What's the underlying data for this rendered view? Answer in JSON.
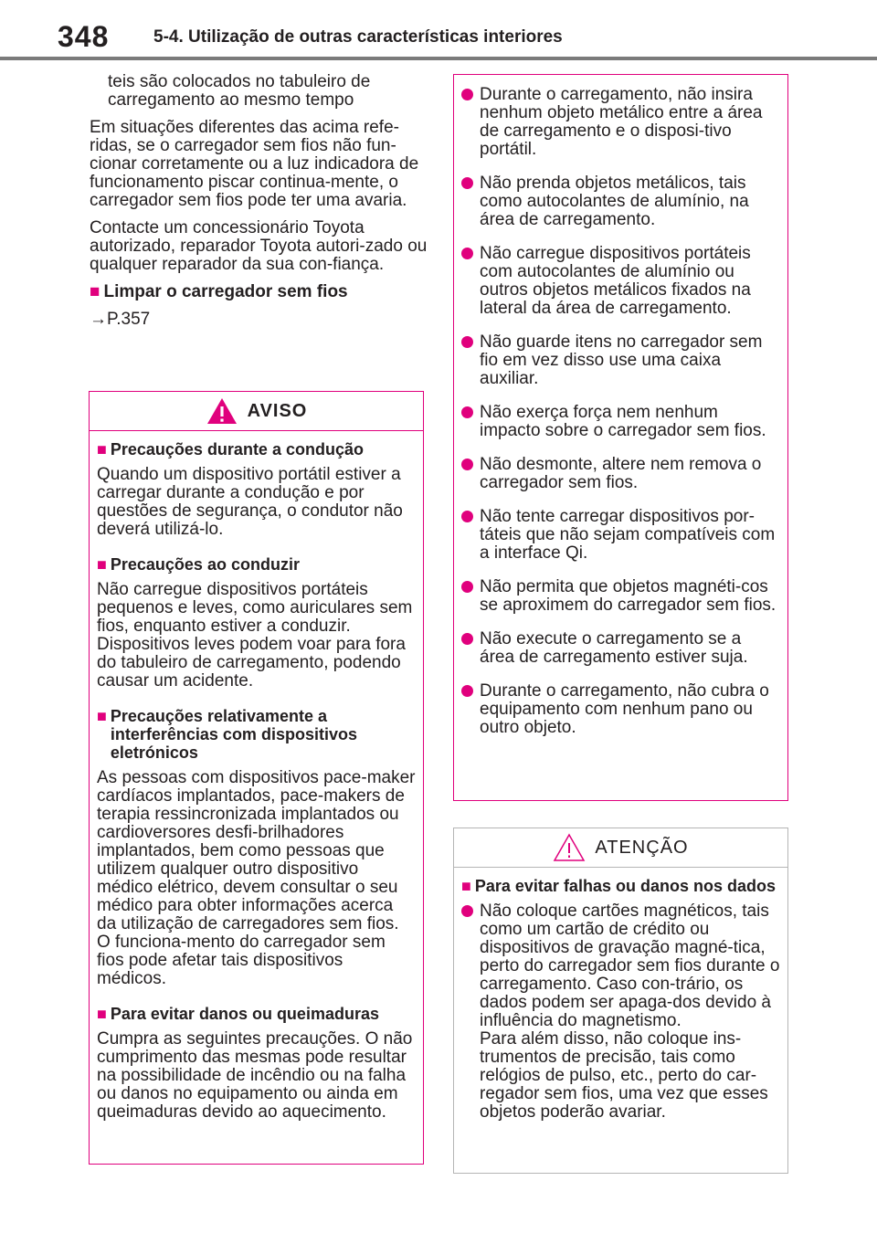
{
  "header": {
    "page_number": "348",
    "section_title": "5-4. Utilização de outras características interiores"
  },
  "left": {
    "intro_continuation": "teis são colocados no tabuleiro de carregamento ao mesmo tempo",
    "para1": "Em situações diferentes das acima refe-ridas, se o carregador sem fios não fun-cionar corretamente ou a luz indicadora de funcionamento piscar continua-mente, o carregador sem fios pode ter uma avaria.",
    "para2": "Contacte um concessionário Toyota autorizado, reparador Toyota autori-zado ou qualquer reparador da sua con-fiança.",
    "clean_heading": "Limpar o carregador sem fios",
    "clean_ref": "→P.357"
  },
  "aviso": {
    "title": "AVISO",
    "s1_heading": "Precauções durante a condução",
    "s1_text": "Quando um dispositivo portátil estiver a carregar durante a condução e por questões de segurança, o condutor não deverá utilizá-lo.",
    "s2_heading": "Precauções ao conduzir",
    "s2_text": "Não carregue dispositivos portáteis pequenos e leves, como auriculares sem fios, enquanto estiver a conduzir. Dispositivos leves podem voar para fora do tabuleiro de carregamento, podendo causar um acidente.",
    "s3_heading": "Precauções relativamente a interferências com dispositivos eletrónicos",
    "s3_text": "As pessoas com dispositivos pace-maker cardíacos implantados, pace-makers de terapia ressincronizada implantados ou cardioversores desfi-brilhadores implantados, bem como pessoas que utilizem qualquer outro dispositivo médico elétrico, devem consultar o seu médico para obter informações acerca da utilização de carregadores sem fios. O funciona-mento do carregador sem fios pode afetar tais dispositivos médicos.",
    "s4_heading": "Para evitar danos ou queimaduras",
    "s4_text": "Cumpra as seguintes precauções. O não cumprimento das mesmas pode resultar na possibilidade de incêndio ou na falha ou danos no equipamento ou ainda em queimaduras devido ao aquecimento."
  },
  "aviso_cont": {
    "bullets": [
      "Durante o carregamento, não insira nenhum objeto metálico entre a área de carregamento e o disposi-tivo portátil.",
      "Não prenda objetos metálicos, tais como autocolantes de alumínio, na área de carregamento.",
      "Não carregue dispositivos portáteis com autocolantes de alumínio ou outros objetos metálicos fixados na lateral da área de carregamento.",
      "Não guarde itens no carregador sem fio em vez disso use uma caixa auxiliar.",
      "Não exerça força nem nenhum impacto sobre o carregador sem fios.",
      "Não desmonte, altere nem remova o carregador sem fios.",
      "Não tente carregar dispositivos por-táteis que não sejam compatíveis com a interface Qi.",
      "Não permita que objetos magnéti-cos se aproximem do carregador sem fios.",
      "Não execute o carregamento se a área de carregamento estiver suja.",
      "Durante o carregamento, não cubra o equipamento com nenhum pano ou outro objeto."
    ]
  },
  "atencao": {
    "title": "ATENÇÃO",
    "heading": "Para evitar falhas ou danos nos dados",
    "bullet": "Não coloque cartões magnéticos, tais como um cartão de crédito ou dispositivos de gravação magné-tica, perto do carregador sem fios durante o carregamento. Caso con-trário, os dados podem ser apaga-dos devido à influência do magnetismo.",
    "bullet_cont": "Para além disso, não coloque ins-trumentos de precisão, tais como relógios de pulso, etc., perto do car-regador sem fios, uma vez que esses objetos poderão avariar."
  },
  "colors": {
    "accent": "#e0007d",
    "rule": "#7b7b7b",
    "neutral_border": "#b5b5b5"
  },
  "icons": {
    "square_bullet": "■",
    "warning": "warning-triangle-icon",
    "caution": "caution-triangle-icon"
  }
}
